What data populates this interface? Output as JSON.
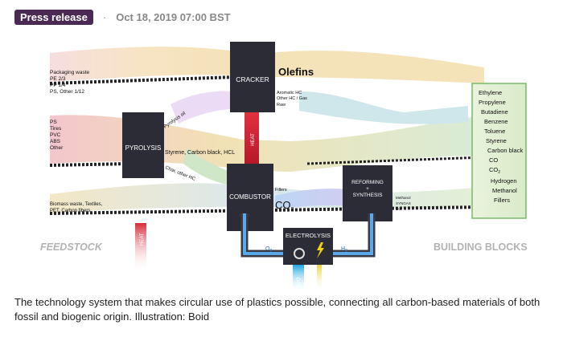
{
  "header": {
    "badge": "Press release",
    "separator": "·",
    "date": "Oct 18, 2019 07:00 BST"
  },
  "illustration": {
    "feedstock_inputs": {
      "top": [
        "Packaging waste",
        "PE 2/3",
        "PP 1/4",
        "PS, Other 1/12"
      ],
      "middle": [
        "PS",
        "Tires",
        "PVC",
        "ABS",
        "Other"
      ],
      "bottom": [
        "Biomass waste, Textiles,",
        "PET, Carbon fibers"
      ]
    },
    "boxes": {
      "cracker": "CRACKER",
      "pyrolysis": "PYROLYSIS",
      "combustor": "COMBUSTOR",
      "reforming_line1": "REFORMING",
      "reforming_line2": "+",
      "reforming_line3": "SYNTHESIS",
      "electrolysis": "ELECTROLYSIS"
    },
    "flow_labels": {
      "olefins": "Olefins",
      "aromatic": "Aromatic HC",
      "other_hc_gas": "Other HC / Gas",
      "raw": "Raw",
      "pyrolysis_oil": "Pyrolysis oil",
      "styrene_carbon": "Styrene, Carbon black, HCL",
      "char": "Char, other HC",
      "fillers_small": "Fillers",
      "co2_main": "CO",
      "co2_sub": "2",
      "methanol_small": "Methanol",
      "syngas_small": "SYNGAS",
      "co_small": "CO",
      "heat_top": "HEAT",
      "heat_bottom": "HEAT",
      "o2": "O",
      "o2_sub": "2",
      "h2": "H",
      "h2_sub": "2",
      "h2o": "H",
      "h2o_sub": "2",
      "h2o_o": "O"
    },
    "building_blocks": [
      "Ethylene",
      "Propylene",
      "Butadiene",
      "Benzene",
      "Toluene",
      "Styrene",
      "Carbon black",
      "CO",
      "CO",
      "Hydrogen",
      "Methanol",
      "Fillers"
    ],
    "co2_bb_sub": "2",
    "section_labels": {
      "feedstock": "FEEDSTOCK",
      "building_blocks": "BUILDING BLOCKS"
    }
  },
  "caption": "The technology system that makes circular use of plastics possible, connecting all carbon-based materials of both fossil and biogenic origin. Illustration: Boid"
}
